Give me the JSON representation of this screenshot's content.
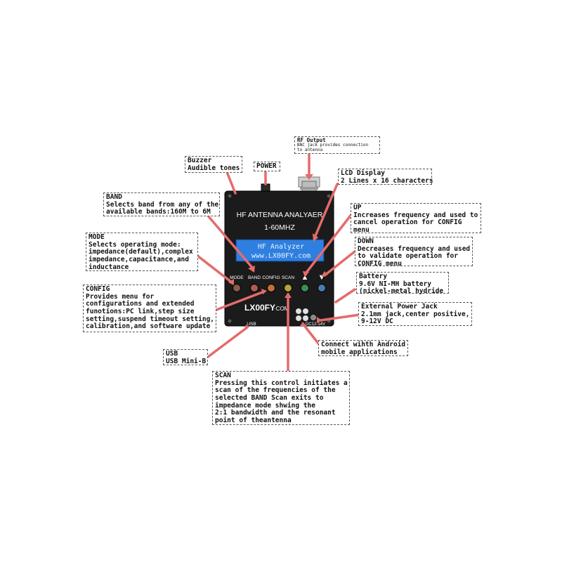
{
  "device": {
    "title_line1": "HF ANTENNA ANALYAER",
    "title_line2": "1-60MHZ",
    "lcd_line1": "HF  Analyzer",
    "lcd_line2": "www.LX00FY.com",
    "buttons": [
      "MODE",
      "BAND",
      "CONFIG",
      "SCAN"
    ],
    "logo_text": "LX00FY",
    "logo_suffix": "·COM",
    "usb_label": "USB",
    "dc_label": "DC12-14V",
    "up_symbol": "▲",
    "down_symbol": "▼"
  },
  "callouts": {
    "rf_output": {
      "title": "RF Output",
      "body": "BNC jack provides connection\nto antenna"
    },
    "buzzer": {
      "title": "Buzzer",
      "body": "Audible tones"
    },
    "power": {
      "title": "POWER",
      "body": ""
    },
    "lcd": {
      "title": "LCD Display",
      "body": "2 Lines x 16 characters"
    },
    "band": {
      "title": "BAND",
      "body": "Selects band from any of the\navailable bands:160M to 6M"
    },
    "up": {
      "title": "UP",
      "body": "Increases frequency and used to\ncancel operation for CONFIG\nmenu"
    },
    "mode": {
      "title": "MODE",
      "body": "Selects operating mode:\nimpedance(default),complex\nimpedance,capacitance,and\ninductance"
    },
    "down": {
      "title": "DOWN",
      "body": "Decreases frequency and used\nto validate operation for\nCONFIG menu"
    },
    "battery": {
      "title": "Battery",
      "body": "9.6V NI-MH battery\n(nickel-metal hydride"
    },
    "config": {
      "title": "CONFIG",
      "body": "Provides menu for\nconfigurations and extended\nfunotions:PC link,step size\nsetting,suspend timeout setting,\ncalibration,and software update"
    },
    "power_jack": {
      "title": "External Power Jack",
      "body": "2.1mm jack,center positive,\n9-12V DC"
    },
    "android": {
      "title": "Connect wihth Android",
      "body": "mobile applications"
    },
    "usb": {
      "title": "USB",
      "body": "USB Mini-B"
    },
    "scan": {
      "title": "SCAN",
      "body": "Pressing this control initiates a\nscan of the frequencies of the\nselected BAND Scan exits to\nimpedance mode shwing the\n2:1 bandwidth and the resonant\npoint of theantenna"
    }
  },
  "colors": {
    "device_body": "#1b1b1b",
    "lcd_background": "#2f7fe0",
    "lcd_text": "#e8f2ff",
    "pointer_arrow": "#e56b6b",
    "button_leds": [
      "#8a5a4a",
      "#b05a5a",
      "#c4703a",
      "#b8a03a",
      "#3e8a5a",
      "#4a7ab0"
    ]
  }
}
